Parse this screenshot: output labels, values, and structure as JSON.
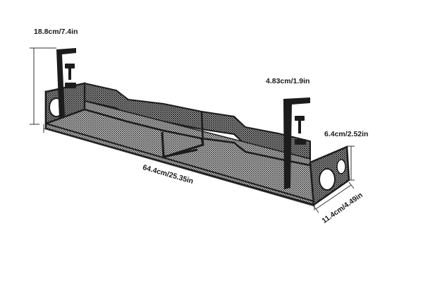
{
  "dimensions": {
    "height": "18.8cm/7.4in",
    "clamp_width": "4.83cm/1.9in",
    "tray_height": "6.4cm/2.52in",
    "length": "64.4cm/25.35in",
    "depth": "11.4cm/4.49in"
  },
  "colors": {
    "metal": "#1c1c1c",
    "mesh_fill": "#5a5a5a",
    "dimension_line": "#333333"
  }
}
